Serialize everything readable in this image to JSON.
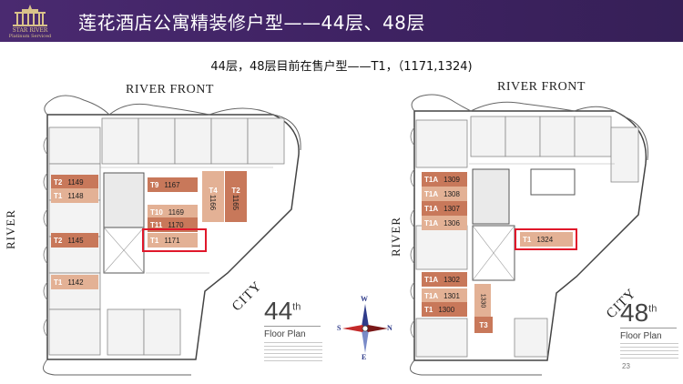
{
  "header": {
    "logo_line1": "STAR RIVER",
    "logo_line2": "Platinum Serviced",
    "title": "莲花酒店公寓精装修户型——44层、48层"
  },
  "subtitle": "44层，48层目前在售户型——T1，（1171,1324)",
  "plan_44": {
    "river_front": "RIVER FRONT",
    "river": "RIVER",
    "city": "CITY",
    "floor_num": "44",
    "floor_sup": "th",
    "floor_caption": "Floor Plan",
    "units": [
      {
        "code": "T2",
        "num": "1149"
      },
      {
        "code": "T1",
        "num": "1148"
      },
      {
        "code": "T2",
        "num": "1145"
      },
      {
        "code": "T1",
        "num": "1142"
      },
      {
        "code": "T9",
        "num": "1167"
      },
      {
        "code": "T10",
        "num": "1169"
      },
      {
        "code": "T11",
        "num": "1170"
      },
      {
        "code": "T1",
        "num": "1171"
      },
      {
        "code": "T4",
        "num": "1166"
      },
      {
        "code": "T2",
        "num": "1165"
      }
    ]
  },
  "plan_48": {
    "river_front": "RIVER FRONT",
    "river": "RIVER",
    "city": "CITY",
    "floor_num": "48",
    "floor_sup": "th",
    "floor_caption": "Floor Plan",
    "units": [
      {
        "code": "T1A",
        "num": "1309"
      },
      {
        "code": "T1A",
        "num": "1308"
      },
      {
        "code": "T1A",
        "num": "1307"
      },
      {
        "code": "T1A",
        "num": "1306"
      },
      {
        "code": "T1",
        "num": "1324"
      },
      {
        "code": "T1A",
        "num": "1302"
      },
      {
        "code": "T1A",
        "num": "1301"
      },
      {
        "code": "T1",
        "num": "1300"
      },
      {
        "code": "T3",
        "num": ""
      },
      {
        "code": "",
        "num": "1330"
      }
    ]
  },
  "compass": {
    "n": "N",
    "s": "S",
    "e": "E",
    "w": "W"
  },
  "page_number": "23",
  "colors": {
    "header": "#452868",
    "unit_dark": "#c8785a",
    "unit_light": "#e3b195",
    "highlight": "#e0182b"
  }
}
